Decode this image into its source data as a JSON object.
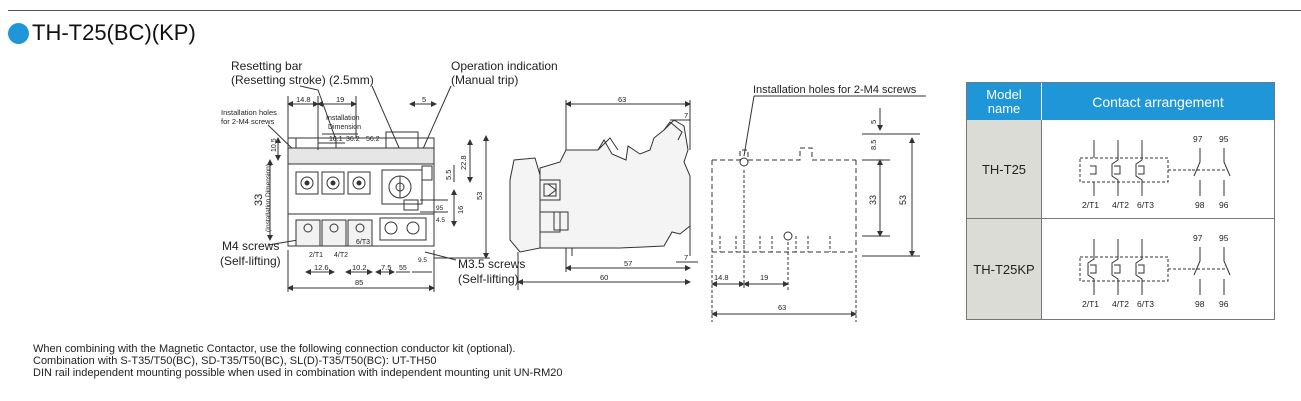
{
  "title": "TH-T25(BC)(KP)",
  "colors": {
    "accent": "#1e96d8",
    "model_cell_bg": "#dcdcd7"
  },
  "front_view": {
    "callouts": {
      "resetting_bar": "Resetting bar",
      "resetting_stroke": "(Resetting stroke) (2.5mm)",
      "operation_indication": "Operation indication",
      "manual_trip": "(Manual trip)",
      "install_holes_1": "Installation holes",
      "install_holes_2": "for 2-M4 screws",
      "install_dim_1": "Installation",
      "install_dim_2": "Dimension",
      "install_dim_vertical": "(Installation Dimension)",
      "m4_screws": "M4 screws",
      "m4_self_lifting": "(Self-lifting)",
      "m35_screws": "M3.5 screws",
      "m35_self_lifting": "(Self-lifting)"
    },
    "dimensions": {
      "d14_8": "14.8",
      "d19": "19",
      "d5": "5",
      "d16_1": "16.1",
      "d36_2": "36.2",
      "d56_2": "56.2",
      "d10_5": "10.5",
      "d33": "33",
      "d22_8": "22.8",
      "d5_5": "5.5",
      "d16": "16",
      "d53": "53",
      "d95": "95",
      "d85": "85",
      "d12_6": "12.6",
      "d10_2": "10.2",
      "d7_5": "7.5",
      "d55": "55",
      "d9_5": "9.5",
      "d4_s": "4.5"
    },
    "terminals": {
      "t2": "2/T1",
      "t4": "4/T2",
      "t6": "6/T3"
    }
  },
  "side_view": {
    "d63": "63",
    "d7": "7",
    "d57": "57",
    "d60": "60"
  },
  "rear_view": {
    "install_holes": "Installation holes for 2-M4 screws",
    "d5": "5",
    "d8_5": "8.5",
    "d33": "33",
    "d53": "53",
    "d14_8": "14.8",
    "d19": "19",
    "d63": "63"
  },
  "contact_table": {
    "header_model": "Model name",
    "header_contact": "Contact arrangement",
    "rows": [
      {
        "model": "TH-T25",
        "terminals": [
          "2/T1",
          "4/T2",
          "6/T3"
        ],
        "aux_top": [
          "97",
          "95"
        ],
        "aux_bottom": [
          "98",
          "96"
        ]
      },
      {
        "model": "TH-T25KP",
        "terminals": [
          "2/T1",
          "4/T2",
          "6/T3"
        ],
        "aux_top": [
          "97",
          "95"
        ],
        "aux_bottom": [
          "98",
          "96"
        ]
      }
    ]
  },
  "notes": [
    "When combining with the Magnetic Contactor, use the following connection conductor kit (optional).",
    "Combination with S-T35/T50(BC), SD-T35/T50(BC), SL(D)-T35/T50(BC): UT-TH50",
    "DIN rail independent mounting possible when used in combination with independent mounting unit UN-RM20"
  ]
}
